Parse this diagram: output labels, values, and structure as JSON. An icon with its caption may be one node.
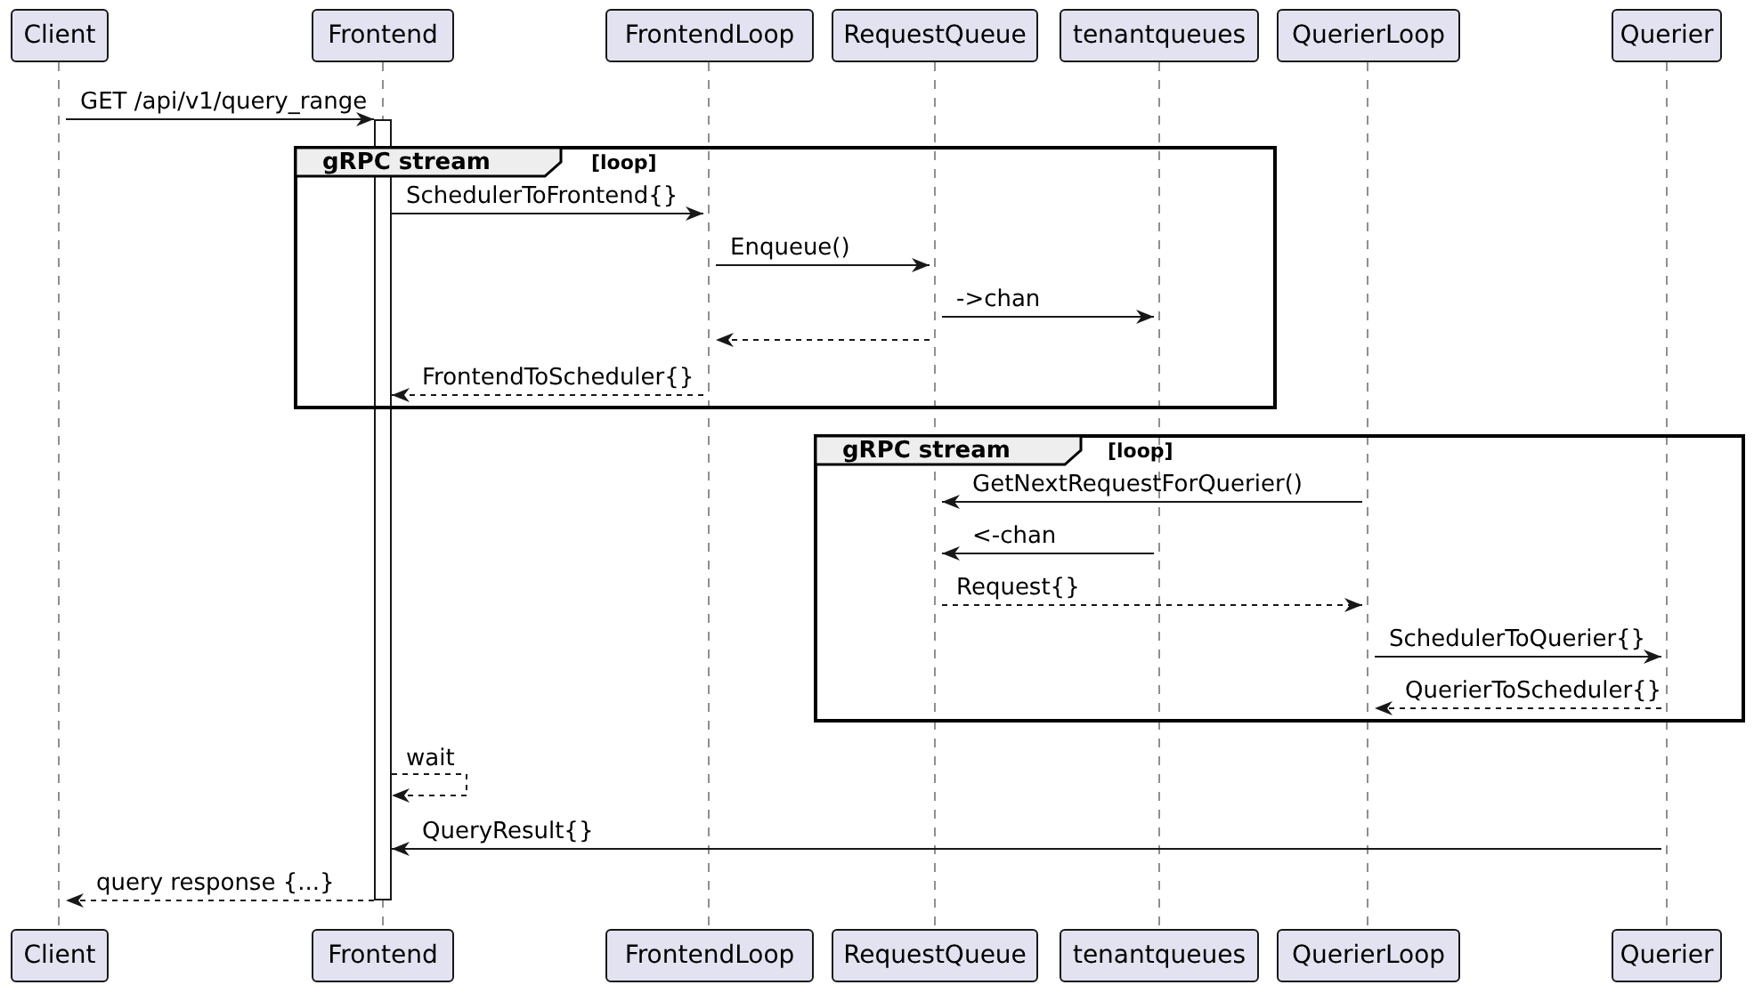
{
  "diagram": {
    "nodes": [
      {
        "text": [
          "Client"
        ]
      },
      {
        "text": [
          "Frontend"
        ]
      },
      {
        "text": [
          "FrontendLoop"
        ]
      },
      {
        "text": [
          "RequestQueue"
        ]
      },
      {
        "text": [
          "tenantqueues"
        ]
      },
      {
        "text": [
          "QuerierLoop"
        ]
      },
      {
        "text": [
          "Querier"
        ]
      },
      {
        "text": [
          "Client"
        ]
      },
      {
        "text": [
          "Frontend"
        ]
      },
      {
        "text": [
          "FrontendLoop"
        ]
      },
      {
        "text": [
          "RequestQueue"
        ]
      },
      {
        "text": [
          "tenantqueues"
        ]
      },
      {
        "text": [
          "QuerierLoop"
        ]
      },
      {
        "text": [
          "Querier"
        ]
      },
      {
        "text": [],
        "shape": "line"
      },
      {
        "text": [],
        "shape": "line"
      },
      {
        "text": [],
        "shape": "line"
      },
      {
        "text": [],
        "shape": "line"
      },
      {
        "text": [],
        "shape": "line"
      },
      {
        "text": [],
        "shape": "line"
      },
      {
        "text": [],
        "shape": "line"
      },
      {
        "text": [],
        "shape": "bar"
      }
    ],
    "labels": [
      "gRPC stream",
      "[loop]",
      "gRPC stream",
      "[loop]"
    ],
    "edges": [
      {
        "from": 14,
        "to": 21,
        "arrow": "to",
        "label": "GET /api/v1/query_range"
      },
      {
        "from": 21,
        "to": 16,
        "arrow": "to",
        "label": "SchedulerToFrontend{}"
      },
      {
        "from": 16,
        "to": 17,
        "arrow": "to",
        "label": "Enqueue()"
      },
      {
        "from": 17,
        "to": 18,
        "arrow": "to",
        "label": "->chan"
      },
      {
        "from": 17,
        "to": 16,
        "arrow": "to",
        "style": "dashed"
      },
      {
        "from": 16,
        "to": 21,
        "arrow": "to",
        "style": "dashed",
        "label": "FrontendToScheduler{}"
      },
      {
        "from": 19,
        "to": 17,
        "arrow": "to",
        "label": "GetNextRequestForQuerier()"
      },
      {
        "from": 18,
        "to": 17,
        "arrow": "to",
        "label": "<-chan"
      },
      {
        "from": 17,
        "to": 19,
        "arrow": "to",
        "style": "dashed",
        "label": "Request{}"
      },
      {
        "from": 19,
        "to": 20,
        "arrow": "to",
        "label": "SchedulerToQuerier{}"
      },
      {
        "from": 20,
        "to": 19,
        "arrow": "to",
        "style": "dashed",
        "label": "QuerierToScheduler{}"
      },
      {
        "from": 21,
        "to": 21,
        "arrow": "to",
        "style": "dashed",
        "label": "wait"
      },
      {
        "from": 20,
        "to": 21,
        "arrow": "to",
        "label": "QueryResult{}"
      },
      {
        "from": 21,
        "to": 14,
        "arrow": "to",
        "style": "dashed",
        "label": "query response {...}"
      }
    ]
  }
}
